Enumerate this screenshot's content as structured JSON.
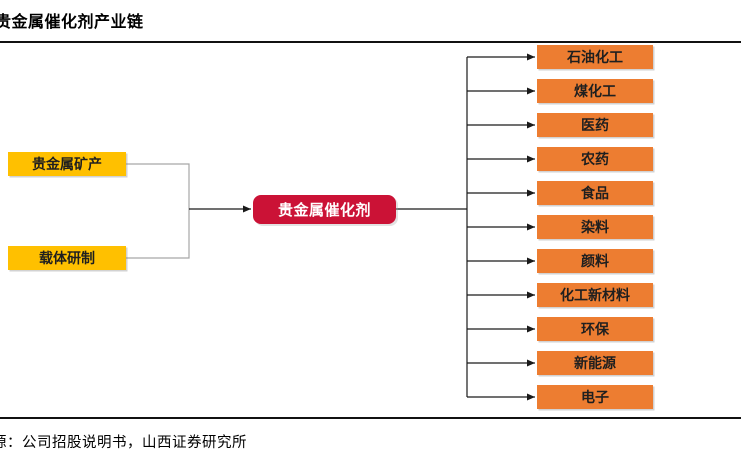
{
  "title": "贵金属催化剂产业链",
  "source_note": "源：公司招股说明书，山西证券研究所",
  "colors": {
    "input_box": "#FFC000",
    "center_box": "#CB1236",
    "output_box": "#ED7D31",
    "center_text": "#FFFFFF",
    "box_text": "#1F1F1F",
    "bracket_line": "#A6A6A6",
    "arrow_line": "#1A1A1A"
  },
  "diagram": {
    "inputs": [
      {
        "label": "贵金属矿产"
      },
      {
        "label": "载体研制"
      }
    ],
    "center": {
      "label": "贵金属催化剂"
    },
    "outputs": [
      {
        "label": "石油化工"
      },
      {
        "label": "煤化工"
      },
      {
        "label": "医药"
      },
      {
        "label": "农药"
      },
      {
        "label": "食品"
      },
      {
        "label": "染料"
      },
      {
        "label": "颜料"
      },
      {
        "label": "化工新材料"
      },
      {
        "label": "环保"
      },
      {
        "label": "新能源"
      },
      {
        "label": "电子"
      }
    ]
  }
}
